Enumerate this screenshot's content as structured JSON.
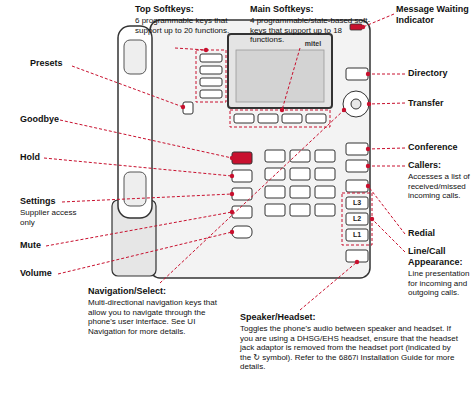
{
  "diagram": {
    "labels": [
      "Top Softkeys:",
      "6 programmable keys that support up to 20 functions.",
      "Main Softkeys:",
      "4 programmable/state-based soft-keys that support up to 18 functions.",
      "Message Waiting Indicator",
      "Presets",
      "Directory",
      "Transfer",
      "Goodbye",
      "Conference",
      "Hold",
      "Callers:",
      "Accesses a list of received/missed incoming calls.",
      "Settings",
      "Supplier access only",
      "Redial",
      "Mute",
      "Line/Call Appearance:",
      "Line presentation for incoming and outgoing calls.",
      "Volume",
      "Navigation/Select:",
      "Multi-directional navigation keys that allow you to navigate through the phone's user interface. See UI Navigation for more details.",
      "Speaker/Headset:",
      "Toggles the phone's audio between speaker and headset. If you are using a DHSG/EHS headset, ensure that the headset jack adaptor is removed from the headset port (indicated by the ↻ symbol). Refer to the 6867i Installation Guide for more details.",
      "mitel",
      "L3",
      "L2",
      "L1"
    ]
  }
}
